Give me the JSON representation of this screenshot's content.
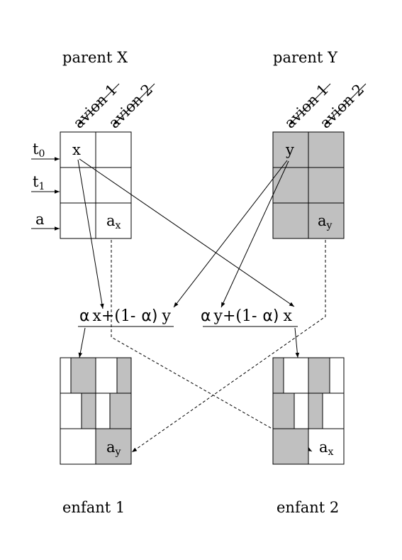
{
  "parent_x": {
    "title": "parent X",
    "columns": [
      "avion 1",
      "avion 2"
    ],
    "cell_x": "x",
    "cell_a_base": "a",
    "cell_a_sub": "x"
  },
  "parent_y": {
    "title": "parent Y",
    "columns": [
      "avion 1",
      "avion 2"
    ],
    "cell_y": "y",
    "cell_a_base": "a",
    "cell_a_sub": "y"
  },
  "rows": [
    {
      "base": "t",
      "sub": "0"
    },
    {
      "base": "t",
      "sub": "1"
    },
    {
      "base": "a",
      "sub": ""
    }
  ],
  "formula_1": {
    "alpha": "α",
    "part1": "x+(1-",
    "alpha2": "α)",
    "part2": "y"
  },
  "formula_2": {
    "alpha": "α",
    "part1": "y+(1-",
    "alpha2": "α)",
    "part2": "x"
  },
  "child_1": {
    "title": "enfant 1",
    "cell_a_base": "a",
    "cell_a_sub": "y"
  },
  "child_2": {
    "title": "enfant 2",
    "cell_a_base": "a",
    "cell_a_sub": "x"
  },
  "colors": {
    "shade": "#c0c0c0",
    "line": "#000000",
    "background": "#ffffff"
  }
}
